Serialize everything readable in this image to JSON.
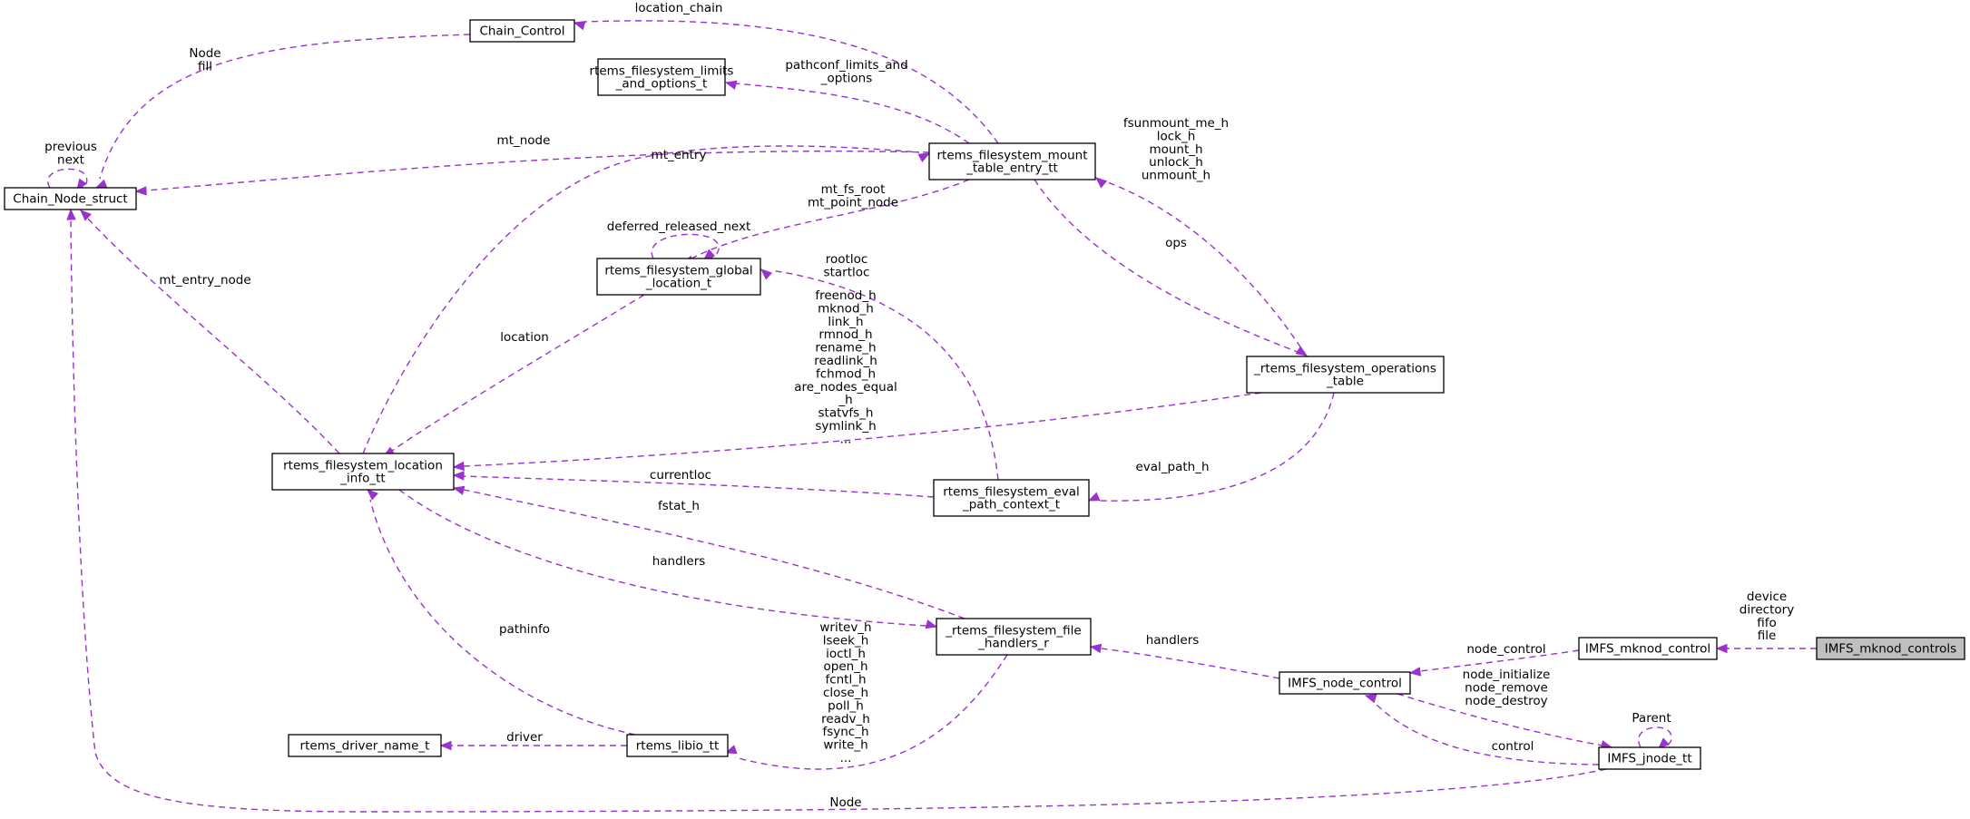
{
  "nodes": [
    {
      "id": "imfs_mknod_controls",
      "lines": [
        "IMFS_mknod_controls"
      ],
      "current": true
    },
    {
      "id": "imfs_mknod_control",
      "lines": [
        "IMFS_mknod_control"
      ]
    },
    {
      "id": "imfs_node_control",
      "lines": [
        "IMFS_node_control"
      ]
    },
    {
      "id": "imfs_jnode_tt",
      "lines": [
        "IMFS_jnode_tt"
      ]
    },
    {
      "id": "file_handlers_r",
      "lines": [
        "_rtems_filesystem_file",
        "_handlers_r"
      ]
    },
    {
      "id": "location_info_tt",
      "lines": [
        "rtems_filesystem_location",
        "_info_tt"
      ]
    },
    {
      "id": "chain_node_struct",
      "lines": [
        "Chain_Node_struct"
      ]
    },
    {
      "id": "chain_control",
      "lines": [
        "Chain_Control"
      ]
    },
    {
      "id": "limits_and_options_t",
      "lines": [
        "rtems_filesystem_limits",
        "_and_options_t"
      ]
    },
    {
      "id": "mount_table_entry_tt",
      "lines": [
        "rtems_filesystem_mount",
        "_table_entry_tt"
      ]
    },
    {
      "id": "global_location_t",
      "lines": [
        "rtems_filesystem_global",
        "_location_t"
      ]
    },
    {
      "id": "operations_table",
      "lines": [
        "_rtems_filesystem_operations",
        "_table"
      ]
    },
    {
      "id": "eval_path_context_t",
      "lines": [
        "rtems_filesystem_eval",
        "_path_context_t"
      ]
    },
    {
      "id": "libio_tt",
      "lines": [
        "rtems_libio_tt"
      ]
    },
    {
      "id": "driver_name_t",
      "lines": [
        "rtems_driver_name_t"
      ]
    }
  ],
  "edges": [
    {
      "id": "mknod-control-to-controls",
      "lines": [
        "device",
        "directory",
        "fifo",
        "file"
      ]
    },
    {
      "id": "node-control-to-mknod-control",
      "lines": [
        "node_control"
      ]
    },
    {
      "id": "file-handlers-to-node-control",
      "lines": [
        "handlers"
      ]
    },
    {
      "id": "node-control-to-jnode",
      "lines": [
        "node_initialize",
        "node_remove",
        "node_destroy"
      ]
    },
    {
      "id": "jnode-to-jnode",
      "lines": [
        "Parent"
      ]
    },
    {
      "id": "jnode-to-node-control",
      "lines": [
        "control"
      ]
    },
    {
      "id": "jnode-to-chain-node",
      "lines": [
        "Node"
      ]
    },
    {
      "id": "chain-node-to-chain-node",
      "lines": [
        "previous",
        "next"
      ]
    },
    {
      "id": "chain-control-to-chain-node",
      "lines": [
        "Node",
        "fill"
      ]
    },
    {
      "id": "mount-table-to-chain-control",
      "lines": [
        "location_chain"
      ]
    },
    {
      "id": "mount-table-to-limits",
      "lines": [
        "pathconf_limits_and",
        "_options"
      ]
    },
    {
      "id": "mount-table-to-chain-node",
      "lines": [
        "mt_node"
      ]
    },
    {
      "id": "location-to-mount-table",
      "lines": [
        "mt_entry"
      ]
    },
    {
      "id": "location-to-chain-node",
      "lines": [
        "mt_entry_node"
      ]
    },
    {
      "id": "mount-table-to-global-location",
      "lines": [
        "mt_fs_root",
        "mt_point_node"
      ]
    },
    {
      "id": "global-location-to-global-location",
      "lines": [
        "deferred_released_next"
      ]
    },
    {
      "id": "global-location-to-location",
      "lines": [
        "location"
      ]
    },
    {
      "id": "eval-path-to-global-location",
      "lines": [
        "rootloc",
        "startloc"
      ]
    },
    {
      "id": "operations-to-location",
      "lines": [
        "freenod_h",
        "mknod_h",
        "link_h",
        "rmnod_h",
        "rename_h",
        "readlink_h",
        "fchmod_h",
        "are_nodes_equal",
        "_h",
        "statvfs_h",
        "symlink_h",
        "..."
      ]
    },
    {
      "id": "operations-to-mount-table",
      "lines": [
        "fsunmount_me_h",
        "lock_h",
        "mount_h",
        "unlock_h",
        "unmount_h"
      ]
    },
    {
      "id": "mount-table-to-operations",
      "lines": [
        "ops"
      ]
    },
    {
      "id": "operations-to-eval-path",
      "lines": [
        "eval_path_h"
      ]
    },
    {
      "id": "eval-path-to-location",
      "lines": [
        "currentloc"
      ]
    },
    {
      "id": "file-handlers-to-location",
      "lines": [
        "fstat_h"
      ]
    },
    {
      "id": "location-to-file-handlers",
      "lines": [
        "handlers"
      ]
    },
    {
      "id": "libio-to-location",
      "lines": [
        "pathinfo"
      ]
    },
    {
      "id": "file-handlers-to-libio",
      "lines": [
        "writev_h",
        "lseek_h",
        "ioctl_h",
        "open_h",
        "fcntl_h",
        "close_h",
        "poll_h",
        "readv_h",
        "fsync_h",
        "write_h",
        "..."
      ]
    },
    {
      "id": "libio-to-driver-name",
      "lines": [
        "driver"
      ]
    }
  ]
}
